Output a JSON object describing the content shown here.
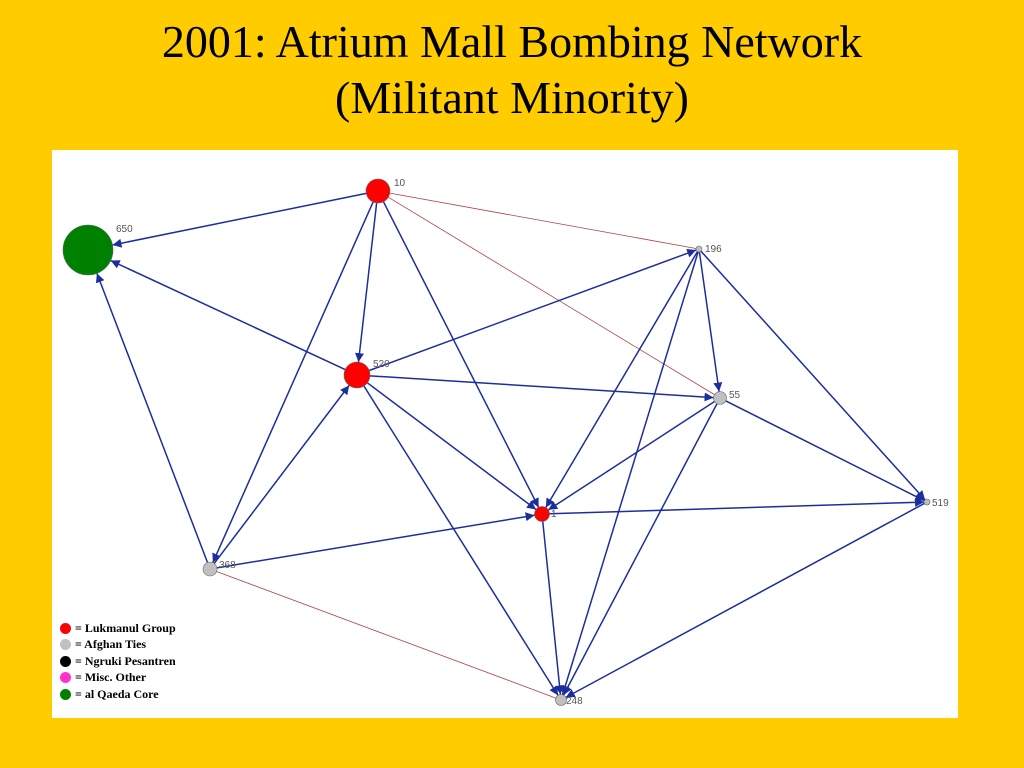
{
  "title": {
    "line1": "2001: Atrium Mall Bombing Network",
    "line2": "(Militant Minority)"
  },
  "network": {
    "nodes": [
      {
        "id": "10",
        "label": "10",
        "group": "lukmanul"
      },
      {
        "id": "650",
        "label": "650",
        "group": "alqaeda"
      },
      {
        "id": "196",
        "label": "196",
        "group": "afghan"
      },
      {
        "id": "520",
        "label": "520",
        "group": "lukmanul"
      },
      {
        "id": "55",
        "label": "55",
        "group": "afghan"
      },
      {
        "id": "1",
        "label": "1",
        "group": "lukmanul"
      },
      {
        "id": "519",
        "label": "519",
        "group": "afghan"
      },
      {
        "id": "368",
        "label": "368",
        "group": "afghan"
      },
      {
        "id": "248",
        "label": "248",
        "group": "afghan"
      }
    ],
    "edges": [
      {
        "from": "10",
        "to": "650",
        "type": "blue"
      },
      {
        "from": "520",
        "to": "650",
        "type": "blue"
      },
      {
        "from": "368",
        "to": "650",
        "type": "blue"
      },
      {
        "from": "10",
        "to": "196",
        "type": "red"
      },
      {
        "from": "10",
        "to": "55",
        "type": "red"
      },
      {
        "from": "10",
        "to": "520",
        "type": "blue"
      },
      {
        "from": "10",
        "to": "1",
        "type": "blue"
      },
      {
        "from": "10",
        "to": "368",
        "type": "blue"
      },
      {
        "from": "520",
        "to": "196",
        "type": "blue"
      },
      {
        "from": "520",
        "to": "55",
        "type": "blue"
      },
      {
        "from": "520",
        "to": "1",
        "type": "blue"
      },
      {
        "from": "520",
        "to": "248",
        "type": "blue"
      },
      {
        "from": "368",
        "to": "520",
        "type": "blue"
      },
      {
        "from": "196",
        "to": "55",
        "type": "blue"
      },
      {
        "from": "196",
        "to": "1",
        "type": "blue"
      },
      {
        "from": "196",
        "to": "248",
        "type": "blue"
      },
      {
        "from": "196",
        "to": "519",
        "type": "blue"
      },
      {
        "from": "55",
        "to": "1",
        "type": "blue"
      },
      {
        "from": "55",
        "to": "248",
        "type": "blue"
      },
      {
        "from": "55",
        "to": "519",
        "type": "blue"
      },
      {
        "from": "1",
        "to": "519",
        "type": "blue"
      },
      {
        "from": "1",
        "to": "248",
        "type": "blue"
      },
      {
        "from": "368",
        "to": "1",
        "type": "blue"
      },
      {
        "from": "519",
        "to": "248",
        "type": "blue"
      },
      {
        "from": "368",
        "to": "248",
        "type": "red"
      }
    ]
  },
  "groups": {
    "lukmanul": {
      "color": "#FF0000"
    },
    "afghan": {
      "color": "#C0C0C0"
    },
    "ngruki": {
      "color": "#000000"
    },
    "misc": {
      "color": "#FF33CC"
    },
    "alqaeda": {
      "color": "#008000"
    }
  },
  "edge_colors": {
    "blue": "#1C2E9E",
    "red": "#B04040"
  },
  "legend": [
    {
      "group": "lukmanul",
      "label": "= Lukmanul Group"
    },
    {
      "group": "afghan",
      "label": "= Afghan Ties"
    },
    {
      "group": "ngruki",
      "label": "= Ngruki Pesantren"
    },
    {
      "group": "misc",
      "label": "= Misc. Other"
    },
    {
      "group": "alqaeda",
      "label": "= al Qaeda Core"
    }
  ]
}
